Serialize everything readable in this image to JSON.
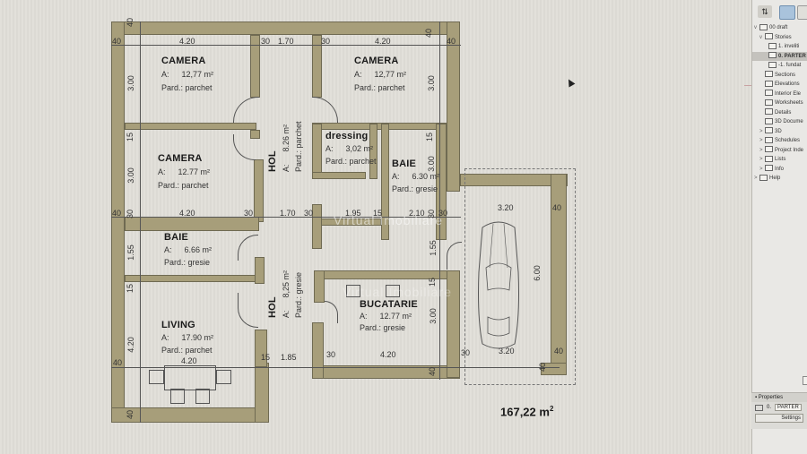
{
  "plan": {
    "rooms": [
      {
        "id": "camera-1",
        "name": "CAMERA",
        "area_label": "A:",
        "area": "12,77 m²",
        "floor_label": "Pard.:",
        "floor": "parchet"
      },
      {
        "id": "camera-2",
        "name": "CAMERA",
        "area_label": "A:",
        "area": "12,77 m²",
        "floor_label": "Pard.:",
        "floor": "parchet"
      },
      {
        "id": "camera-3",
        "name": "CAMERA",
        "area_label": "A:",
        "area": "12.77 m²",
        "floor_label": "Pard.:",
        "floor": "parchet"
      },
      {
        "id": "hol-1",
        "name": "HOL",
        "area_label": "A:",
        "area": "8.26 m²",
        "floor_label": "Pard.:",
        "floor": "parchet"
      },
      {
        "id": "dressing",
        "name": "dressing",
        "area_label": "A:",
        "area": "3,02 m²",
        "floor_label": "Pard.:",
        "floor": "parchet"
      },
      {
        "id": "baie-1",
        "name": "BAIE",
        "area_label": "A:",
        "area": "6.30 m²",
        "floor_label": "Pard.:",
        "floor": "gresie"
      },
      {
        "id": "baie-2",
        "name": "BAIE",
        "area_label": "A:",
        "area": "6.66 m²",
        "floor_label": "Pard.:",
        "floor": "gresie"
      },
      {
        "id": "hol-2",
        "name": "HOL",
        "area_label": "A:",
        "area": "8,25 m²",
        "floor_label": "Pard.:",
        "floor": "gresie"
      },
      {
        "id": "bucatarie",
        "name": "BUCATARIE",
        "area_label": "A:",
        "area": "12.77 m²",
        "floor_label": "Pard.:",
        "floor": "gresie"
      },
      {
        "id": "living",
        "name": "LIVING",
        "area_label": "A:",
        "area": "17.90 m²",
        "floor_label": "Pard.:",
        "floor": "parchet"
      }
    ],
    "dimensions": {
      "top_row": [
        "40",
        "4.20",
        "30",
        "1.70",
        "30",
        "4.20",
        "40"
      ],
      "mid_row": [
        "40",
        "30",
        "4.20",
        "30",
        "1.70",
        "30",
        "1.95",
        "15",
        "2.10",
        "30",
        "30",
        "3.20",
        "40"
      ],
      "bottom_row": [
        "40",
        "4.20",
        "15",
        "1.85",
        "30",
        "4.20",
        "30",
        "3.20",
        "40"
      ],
      "vertical_left": [
        "40",
        "3.00",
        "15",
        "3.00",
        "30",
        "1.55",
        "15",
        "4.20",
        "40"
      ],
      "vertical_right": [
        "40",
        "3.00",
        "15",
        "3.00",
        "1.55",
        "15",
        "3.00",
        "40"
      ],
      "garage_vertical": "6.00",
      "garage_bottom_40": "40"
    },
    "total_area": "167,22 m",
    "total_area_sup": "2",
    "watermark": "Virtual Imobiliare"
  },
  "navigator": {
    "toolbar": [
      "view-map",
      "project-map",
      "folder"
    ],
    "items": [
      {
        "label": "00 draft",
        "level": 0,
        "arrow": "v",
        "selected": false
      },
      {
        "label": "Stories",
        "level": 1,
        "arrow": "v",
        "selected": false
      },
      {
        "label": "1. inveliti",
        "level": 2,
        "arrow": "",
        "selected": false
      },
      {
        "label": "0. PARTER",
        "level": 2,
        "arrow": "",
        "selected": true
      },
      {
        "label": "-1. fundat",
        "level": 2,
        "arrow": "",
        "selected": false
      },
      {
        "label": "Sections",
        "level": 1,
        "arrow": "",
        "selected": false
      },
      {
        "label": "Elevations",
        "level": 1,
        "arrow": "",
        "selected": false
      },
      {
        "label": "Interior Ele",
        "level": 1,
        "arrow": "",
        "selected": false
      },
      {
        "label": "Worksheets",
        "level": 1,
        "arrow": "",
        "selected": false
      },
      {
        "label": "Details",
        "level": 1,
        "arrow": "",
        "selected": false
      },
      {
        "label": "3D Docume",
        "level": 1,
        "arrow": "",
        "selected": false
      },
      {
        "label": "3D",
        "level": 1,
        "arrow": ">",
        "selected": false
      },
      {
        "label": "Schedules",
        "level": 1,
        "arrow": ">",
        "selected": false
      },
      {
        "label": "Project Inde",
        "level": 1,
        "arrow": ">",
        "selected": false
      },
      {
        "label": "Lists",
        "level": 1,
        "arrow": ">",
        "selected": false
      },
      {
        "label": "Info",
        "level": 1,
        "arrow": ">",
        "selected": false
      },
      {
        "label": "Help",
        "level": 0,
        "arrow": ">",
        "selected": false
      }
    ]
  },
  "properties": {
    "header": "Properties",
    "id_label": "0.",
    "id_value": "PARTER",
    "settings_label": "Settings"
  }
}
